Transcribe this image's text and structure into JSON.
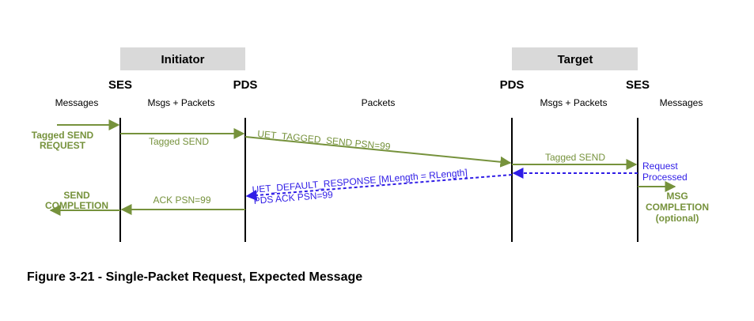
{
  "colors": {
    "green": "#76923c",
    "blue": "#2f1ce6",
    "box": "#d9d9d9",
    "black": "#000000"
  },
  "headers": {
    "initiator": "Initiator",
    "target": "Target"
  },
  "columns": {
    "ses_left": "SES",
    "pds_left": "PDS",
    "pds_right": "PDS",
    "ses_right": "SES",
    "sub_messages_left": "Messages",
    "sub_msgs_packets_left": "Msgs + Packets",
    "sub_packets": "Packets",
    "sub_msgs_packets_right": "Msgs + Packets",
    "sub_messages_right": "Messages"
  },
  "labels": {
    "tagged_send_request_1": "Tagged SEND",
    "tagged_send_request_2": "REQUEST",
    "tagged_send_left": "Tagged SEND",
    "uet_tagged_send": "UET_TAGGED_SEND PSN=99",
    "tagged_send_right": "Tagged SEND",
    "request_processed_1": "Request",
    "request_processed_2": "Processed",
    "uet_default_response": "UET_DEFAULT_RESPONSE [MLength = RLength]",
    "pds_ack": "PDS ACK PSN=99",
    "ack_psn": "ACK PSN=99",
    "send_completion_1": "SEND",
    "send_completion_2": "COMPLETION",
    "msg_completion_1": "MSG",
    "msg_completion_2": "COMPLETION",
    "msg_completion_3": "(optional)"
  },
  "caption": "Figure 3-21 - Single-Packet Request, Expected Message"
}
